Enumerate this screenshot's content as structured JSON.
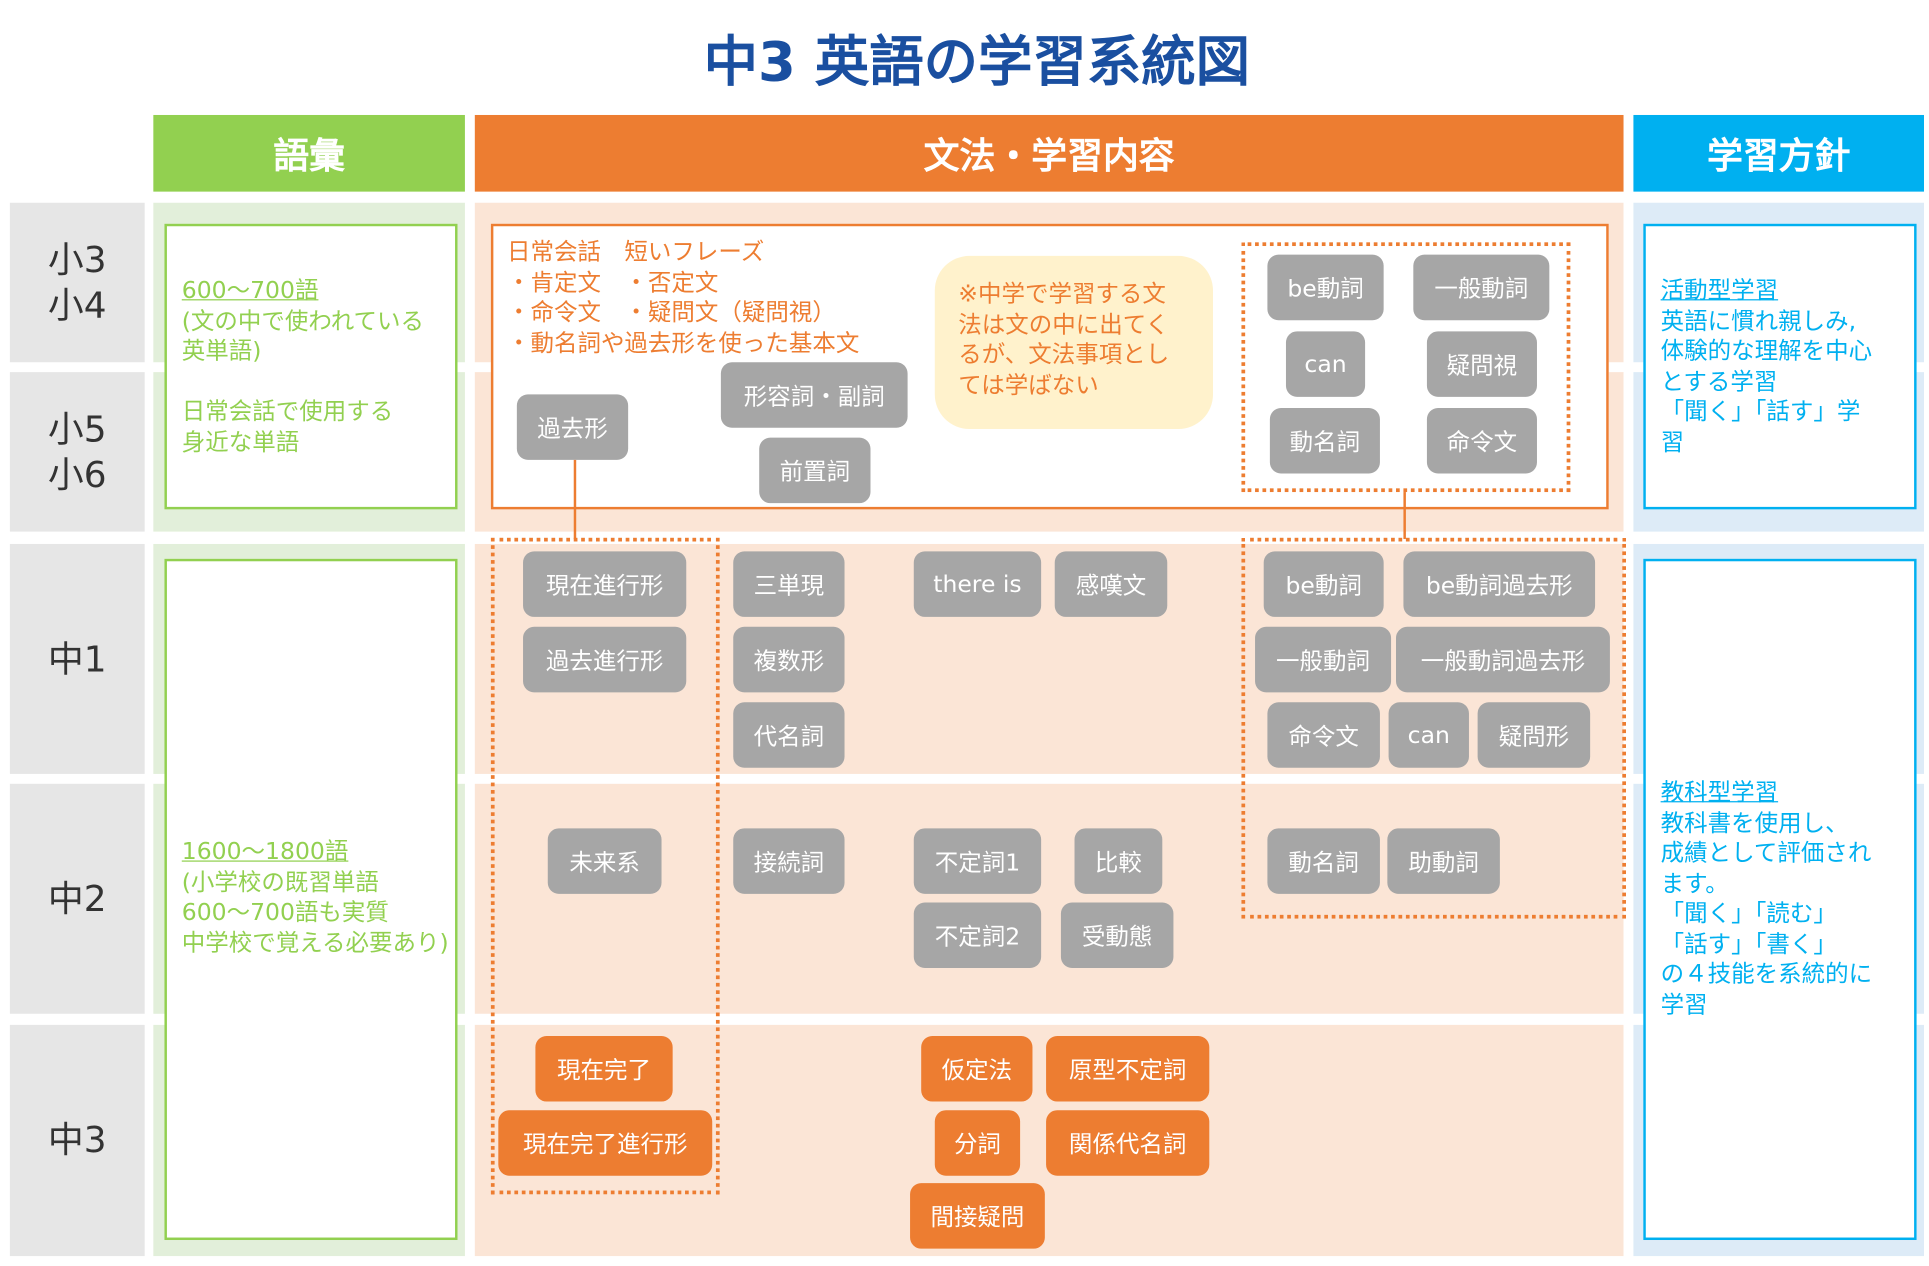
{
  "title": "中3 英語の学習系統図",
  "headers": {
    "vocab": "語彙",
    "grammar": "文法・学習内容",
    "policy": "学習方針"
  },
  "grades": [
    "小3\n小4",
    "小5\n小6",
    "中1",
    "中2",
    "中3"
  ],
  "vocab": {
    "elementary": {
      "count": "600～700語",
      "lines": [
        "(文の中で使われている",
        "英単語)",
        "",
        "日常会話で使用する",
        "身近な単語"
      ]
    },
    "junior": {
      "count": "1600～1800語",
      "lines": [
        "(小学校の既習単語",
        "600～700語も実質",
        "中学校で覚える必要あり)"
      ]
    }
  },
  "elementary_grammar": {
    "lines": [
      "日常会話　短いフレーズ",
      "・肯定文　・否定文",
      "・命令文　・疑問文（疑問視）",
      "・動名詞や過去形を使った基本文"
    ],
    "note": "※中学で学習する文\n法は文の中に出てく\nるが、文法事項とし\nては学ばない",
    "pills": [
      "過去形",
      "形容詞・副詞",
      "前置詞",
      "be動詞",
      "一般動詞",
      "can",
      "疑問視",
      "動名詞",
      "命令文"
    ]
  },
  "junior1": [
    "現在進行形",
    "過去進行形",
    "三単現",
    "複数形",
    "代名詞",
    "there is",
    "感嘆文",
    "be動詞",
    "be動詞過去形",
    "一般動詞",
    "一般動詞過去形",
    "命令文",
    "can",
    "疑問形"
  ],
  "junior2": [
    "未来系",
    "接続詞",
    "不定詞1",
    "比較",
    "不定詞2",
    "受動態",
    "動名詞",
    "助動詞"
  ],
  "junior3": [
    "現在完了",
    "現在完了進行形",
    "仮定法",
    "原型不定詞",
    "分詞",
    "関係代名詞",
    "間接疑問"
  ],
  "policy": {
    "elementary": {
      "heading": "活動型学習",
      "lines": [
        "英語に慣れ親しみ,",
        "体験的な理解を中心",
        "とする学習",
        "「聞く」「話す」学",
        "習"
      ]
    },
    "junior": {
      "heading": "教科型学習",
      "lines": [
        "教科書を使用し、",
        "成績として評価され",
        "ます。",
        "「聞く」「読む」",
        "「話す」「書く」",
        "の４技能を系統的に",
        "学習"
      ]
    }
  },
  "colors": {
    "title": "#1a4fa0",
    "vocab": "#92d050",
    "grammar": "#ed7d31",
    "policy": "#00b0f0",
    "pill": "#a6a6a6"
  }
}
